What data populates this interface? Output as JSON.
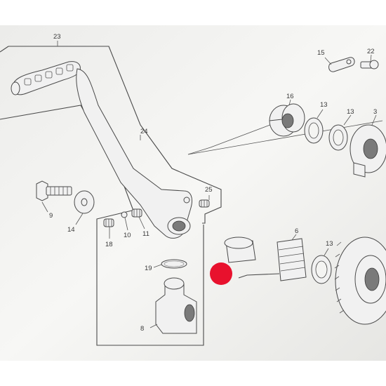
{
  "diagram": {
    "callouts": {
      "c23": "23",
      "c24": "24",
      "c25": "25",
      "c9": "9",
      "c14": "14",
      "c18": "18",
      "c10": "10",
      "c11": "11",
      "c19": "19",
      "c8": "8",
      "c15": "15",
      "c22": "22",
      "c16": "16",
      "c13a": "13",
      "c13b": "13",
      "c3": "3",
      "c6": "6",
      "c13c": "13"
    },
    "colors": {
      "marker": "#e8112d",
      "background": "#f4f4f2",
      "line": "#4a4a4a"
    }
  }
}
